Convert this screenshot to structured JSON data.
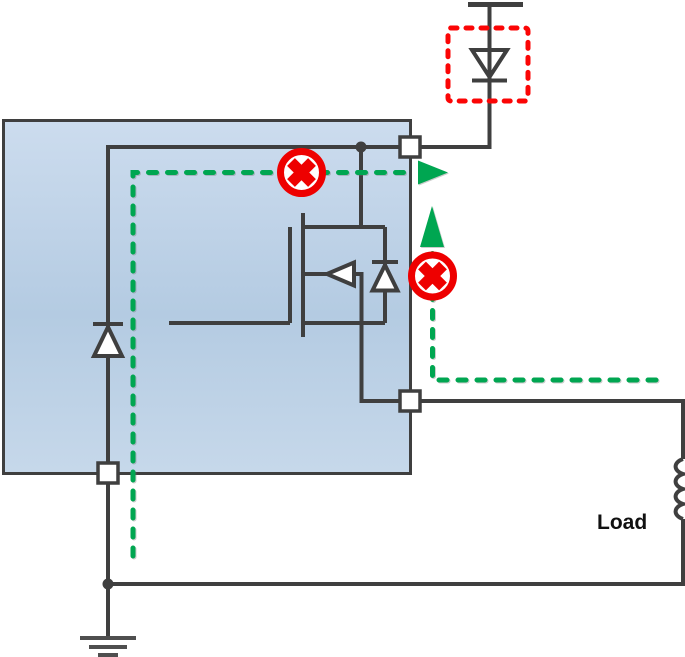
{
  "diagram": {
    "load_label": "Load",
    "components": {
      "power_rail": "power-rail-symbol",
      "blocked_diode": "reverse-blocking-diode",
      "highlight": "fault-highlight-box",
      "ic": "driver-ic-block",
      "transistor": "nmos-with-body-diode",
      "clamp": "internal-clamp-diode",
      "load": "inductive-load",
      "ground": "earth-ground-symbol",
      "blocked_path_left": "no-reverse-current-path-left",
      "blocked_path_right": "no-reverse-current-path-right"
    }
  },
  "colors": {
    "wire": "#3f3f3f",
    "wire_soft": "#4f4f4f",
    "path_green": "#00a651",
    "error_red": "#ee0000",
    "box_red": "#fb0505",
    "ic_top": "#ccdcee",
    "ic_mid": "#b4cbe2",
    "ic_bottom": "#c6d8ea",
    "terminal_fill": "#ffffff",
    "label": "#111111"
  }
}
